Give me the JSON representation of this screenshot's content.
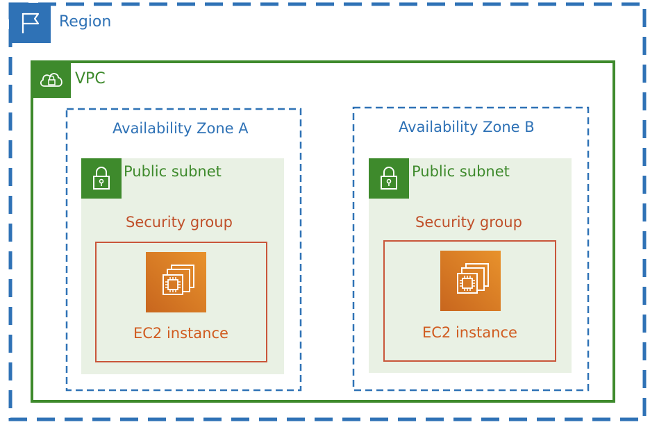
{
  "colors": {
    "region": "#2f72b6",
    "vpc": "#3e8a2c",
    "subnet_bg": "#e9f1e4",
    "security_group": "#c9563a",
    "ec2": "#e0852a"
  },
  "region": {
    "label": "Region",
    "icon": "flag-icon"
  },
  "vpc": {
    "label": "VPC",
    "icon": "cloud-lock-icon"
  },
  "zones": [
    {
      "label": "Availability Zone A",
      "subnet": {
        "label": "Public subnet",
        "icon": "lock-icon"
      },
      "security_group": {
        "label": "Security group"
      },
      "instance": {
        "label": "EC2 instance",
        "icon": "ec2-chip-icon"
      }
    },
    {
      "label": "Availability Zone B",
      "subnet": {
        "label": "Public subnet",
        "icon": "lock-icon"
      },
      "security_group": {
        "label": "Security group"
      },
      "instance": {
        "label": "EC2 instance",
        "icon": "ec2-chip-icon"
      }
    }
  ]
}
